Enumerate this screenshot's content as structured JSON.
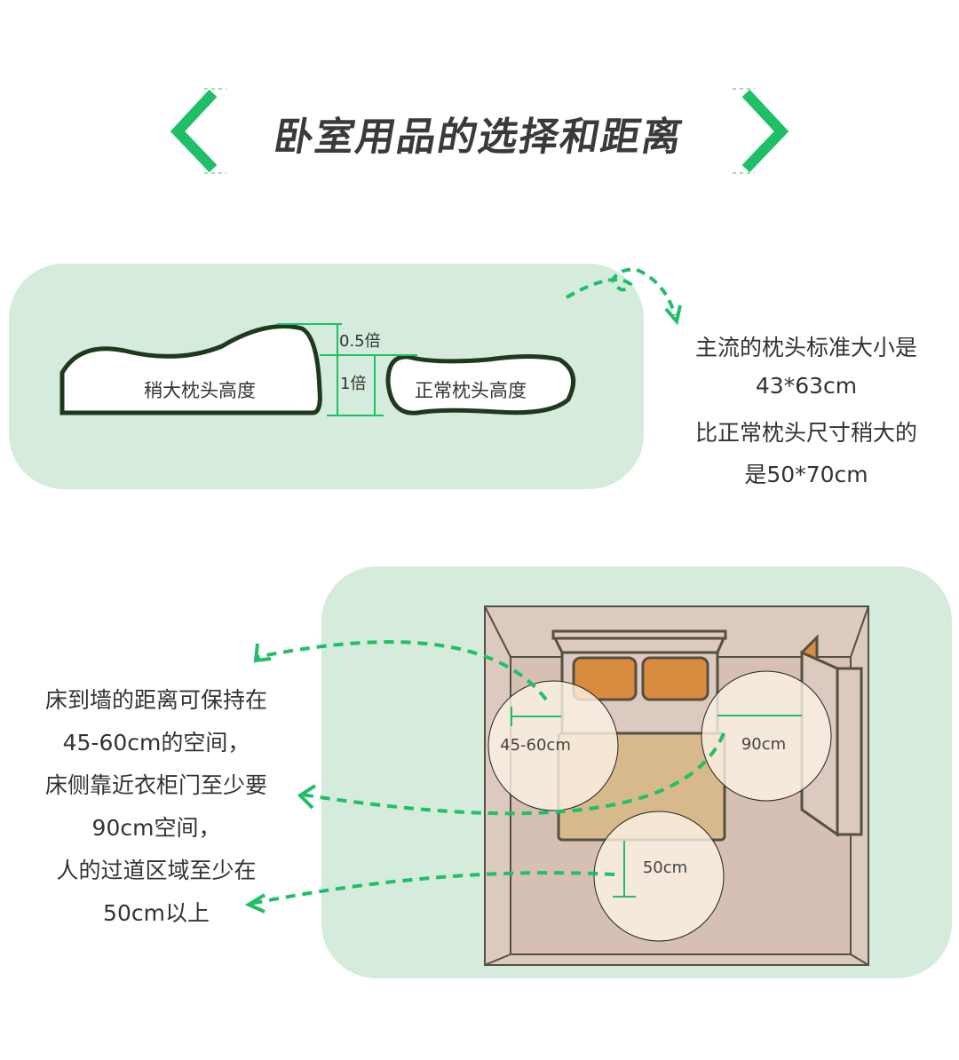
{
  "title": "卧室用品的选择和距离",
  "pillow_section": {
    "pillow_large_label": "稍大枕头高度",
    "pillow_normal_label": "正常枕头高度",
    "height_half": "0.5倍",
    "height_one": "1倍",
    "description": [
      "主流的枕头标准大小是",
      "43*63cm",
      "比正常枕头尺寸稍大的",
      "是50*70cm"
    ]
  },
  "layout_section": {
    "description": [
      "床到墙的距离可保持在",
      "45-60cm的空间，",
      "床侧靠近衣柜门至少要",
      "90cm空间，",
      "人的过道区域至少在",
      "50cm以上"
    ],
    "bed_wall_distance": "45-60cm",
    "wardrobe_distance": "90cm",
    "aisle_distance": "50cm"
  },
  "colors": {
    "accent": "#1fbf68",
    "panel": "#d5ebdc",
    "outline": "#1e3a1e"
  }
}
